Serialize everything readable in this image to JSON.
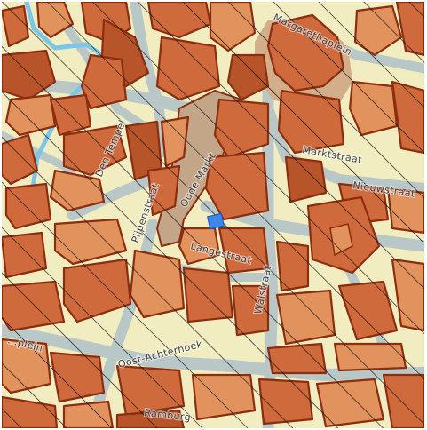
{
  "map": {
    "colors": {
      "background": "#f2edc0",
      "street": "#b9c7c6",
      "canal": "#7cc7e8",
      "building": "#cf6a3c",
      "building_dark": "#b85429",
      "building_light": "#e2925d",
      "square": "#c3a688",
      "outline": "#8a2e0f",
      "hatch": "#111111",
      "marker": "#3f86e6"
    },
    "street_labels": {
      "den_tempel": "Den Tempel",
      "oude_markt": "Oude Markt",
      "marktstraat": "Marktstraat",
      "pijpenstraat": "Pijpenstraat",
      "langestraat": "Langestraat",
      "walstraat": "Walstraat",
      "nieuwstraat": "Nieuwstraat",
      "margarethaplein": "Margarethaplein",
      "gmplein": "...plein",
      "oost_achterhoek": "Oost-Achterhoek",
      "ramburg": "Ramburg"
    },
    "marker": {
      "icon": "location-marker-icon"
    }
  }
}
